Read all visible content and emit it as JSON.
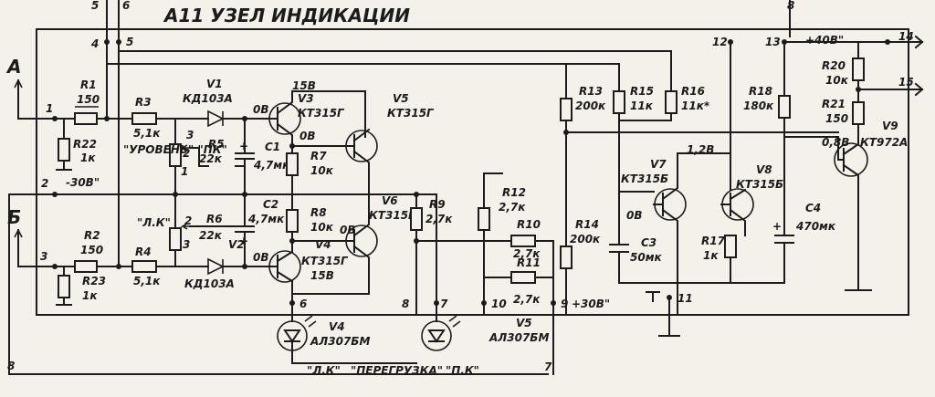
{
  "title": "А11 УЗЕЛ ИНДИКАЦИИ",
  "inputs": {
    "a": "А",
    "b": "Б"
  },
  "pins": [
    "1",
    "2",
    "3",
    "4",
    "5",
    "6",
    "7",
    "8",
    "9",
    "10",
    "11",
    "12",
    "13",
    "14",
    "15"
  ],
  "top_pins": {
    "p5": "5",
    "p6": "6",
    "p8": "8"
  },
  "rails": {
    "plus40": "+40В\"",
    "minus30": "-30В\"",
    "plus30": "+30В\""
  },
  "resistors": {
    "r1": {
      "name": "R1",
      "value": "150"
    },
    "r2": {
      "name": "R2",
      "value": "150"
    },
    "r3": {
      "name": "R3",
      "value": "5,1к"
    },
    "r4": {
      "name": "R4",
      "value": "5,1к"
    },
    "r5": {
      "name": "R5",
      "value": "22к"
    },
    "r6": {
      "name": "R6",
      "value": "22к"
    },
    "r7": {
      "name": "R7",
      "value": "10к"
    },
    "r8": {
      "name": "R8",
      "value": "10к"
    },
    "r9": {
      "name": "R9",
      "value": "2,7к"
    },
    "r10": {
      "name": "R10",
      "value": "2,7к"
    },
    "r11": {
      "name": "R11",
      "value": "2,7к"
    },
    "r12": {
      "name": "R12",
      "value": "2,7к"
    },
    "r13": {
      "name": "R13",
      "value": "200к"
    },
    "r14": {
      "name": "R14",
      "value": "200к"
    },
    "r15": {
      "name": "R15",
      "value": "11к"
    },
    "r16": {
      "name": "R16",
      "value": "11к*"
    },
    "r17": {
      "name": "R17",
      "value": "1к"
    },
    "r18": {
      "name": "R18",
      "value": "180к"
    },
    "r20": {
      "name": "R20",
      "value": "10к"
    },
    "r21": {
      "name": "R21",
      "value": "150"
    },
    "r22": {
      "name": "R22",
      "value": "1к"
    },
    "r23": {
      "name": "R23",
      "value": "1к"
    }
  },
  "capacitors": {
    "c1": {
      "name": "C1",
      "value": "4,7мк"
    },
    "c2": {
      "name": "C2",
      "value": "4,7мк"
    },
    "c3": {
      "name": "C3",
      "value": "50мк"
    },
    "c4": {
      "name": "C4",
      "value": "470мк"
    }
  },
  "diodes": {
    "v1": {
      "name": "V1",
      "type": "КД103А"
    },
    "v2": {
      "name": "V2",
      "type": "КД103А"
    }
  },
  "transistors": {
    "v3": {
      "name": "V3",
      "type": "КТ315Г"
    },
    "v4": {
      "name": "V4",
      "type": "КТ315Г"
    },
    "v5": {
      "name": "V5",
      "type": "КТ315Г"
    },
    "v6": {
      "name": "V6",
      "type": "КТ315Г"
    },
    "v7": {
      "name": "V7",
      "type": "КТ315Б"
    },
    "v8": {
      "name": "V8",
      "type": "КТ315Б"
    },
    "v9": {
      "name": "V9",
      "type": "КТ972А"
    }
  },
  "leds": {
    "v4": {
      "name": "V4",
      "type": "АЛ307БМ"
    },
    "v5": {
      "name": "V5",
      "type": "АЛ307БМ"
    }
  },
  "voltages": {
    "v3_c": "15В",
    "v3_b": "0В",
    "v3_e": "0В",
    "v4_b": "0В",
    "v4_e": "15В",
    "v4_c": "0В",
    "v7_b": "0В",
    "v7_c": "1,2В",
    "v9_b": "0,8В"
  },
  "pot_labels": {
    "top": "\"УРОВЕНЬ\" \"ПК\"",
    "bottom": "\"Л.К\""
  },
  "pot_pins": {
    "t3": "3",
    "t2": "2",
    "t1": "1",
    "b2": "2",
    "b3": "3"
  },
  "bottom_labels": {
    "lk": "\"Л.К\"",
    "overload": "\"ПЕРЕГРУЗКА\"",
    "pk": "\"П.К\""
  }
}
